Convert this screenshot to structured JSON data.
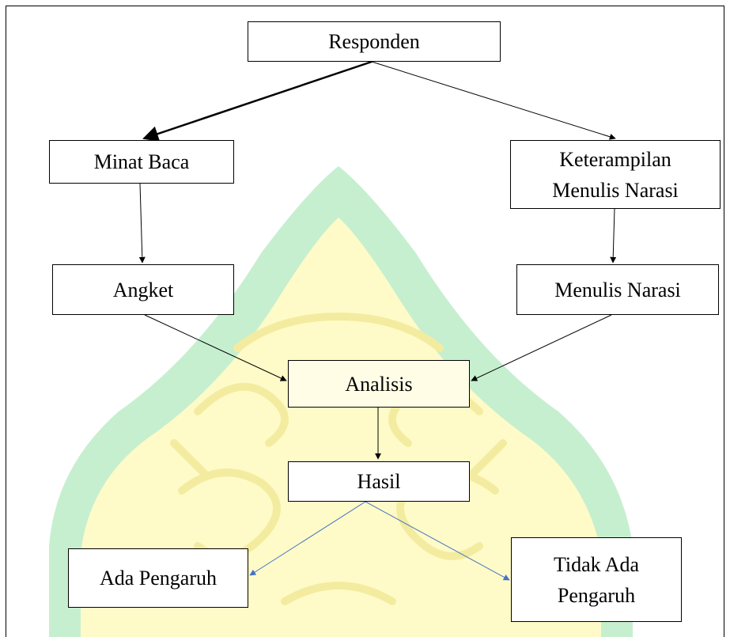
{
  "diagram": {
    "nodes": {
      "responden": "Responden",
      "minat_baca": "Minat Baca",
      "keterampilan_line1": "Keterampilan",
      "keterampilan_line2": "Menulis Narasi",
      "angket": "Angket",
      "menulis_narasi": "Menulis Narasi",
      "analisis": "Analisis",
      "hasil": "Hasil",
      "ada_pengaruh": "Ada Pengaruh",
      "tidak_ada_line1": "Tidak Ada",
      "tidak_ada_line2": "Pengaruh"
    },
    "edges": [
      {
        "from": "Responden",
        "to": "Minat Baca"
      },
      {
        "from": "Responden",
        "to": "Keterampilan Menulis Narasi"
      },
      {
        "from": "Minat Baca",
        "to": "Angket"
      },
      {
        "from": "Keterampilan Menulis Narasi",
        "to": "Menulis Narasi"
      },
      {
        "from": "Angket",
        "to": "Analisis"
      },
      {
        "from": "Menulis Narasi",
        "to": "Analisis"
      },
      {
        "from": "Analisis",
        "to": "Hasil"
      },
      {
        "from": "Hasil",
        "to": "Ada Pengaruh"
      },
      {
        "from": "Hasil",
        "to": "Tidak Ada Pengaruh"
      }
    ],
    "colors": {
      "arrow": "#000000",
      "result_arrow": "#4472c4",
      "watermark_green": "#c6efcf",
      "watermark_yellow": "#fffbc8",
      "watermark_pattern": "#f3eca0"
    }
  }
}
